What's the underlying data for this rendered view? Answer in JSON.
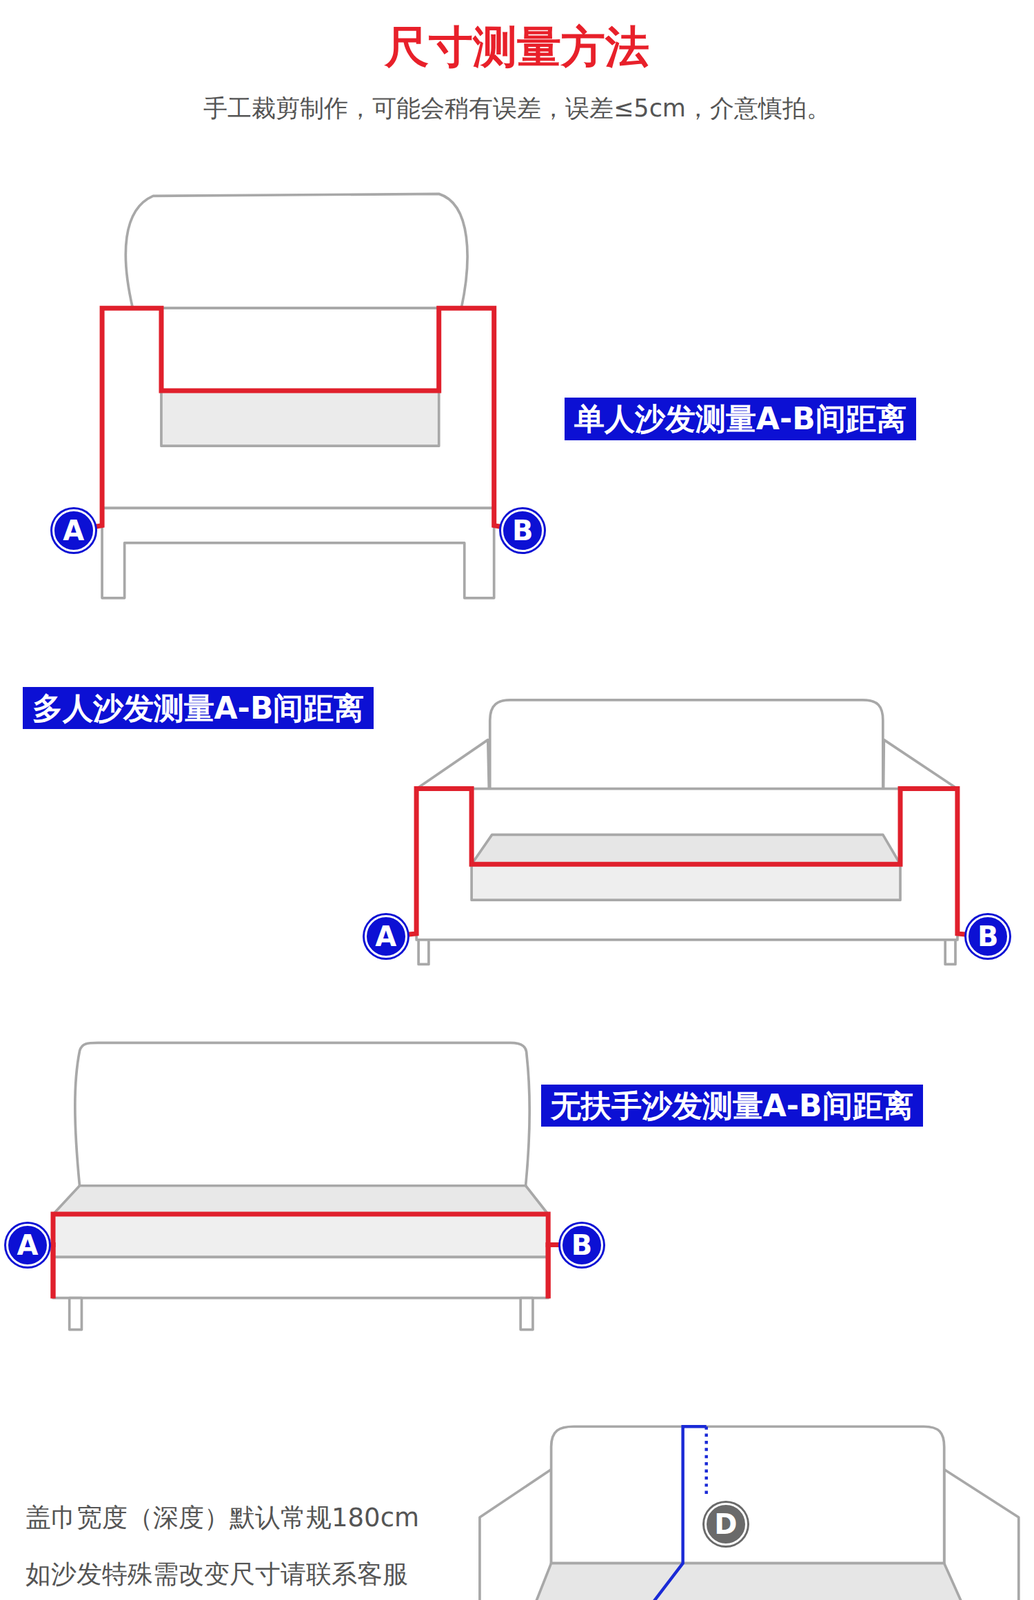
{
  "diagram": {
    "title": "尺寸测量方法",
    "nodes": [
      {
        "text": [
          "单人沙发测量A-B间距离"
        ]
      },
      {
        "text": [
          "A"
        ]
      },
      {
        "text": [
          "B"
        ]
      },
      {
        "text": [
          "多人沙发测量A-B间距离"
        ]
      },
      {
        "text": [
          "A"
        ]
      },
      {
        "text": [
          "B"
        ]
      },
      {
        "text": [
          "无扶手沙发测量A-B间距离"
        ]
      },
      {
        "text": [
          "A"
        ]
      },
      {
        "text": [
          "B"
        ]
      },
      {
        "text": [
          "D"
        ]
      }
    ],
    "edges": [
      {
        "from": 1,
        "to": 2,
        "arrow": "none"
      },
      {
        "from": 4,
        "to": 5,
        "arrow": "none"
      },
      {
        "from": 7,
        "to": 8,
        "arrow": "none"
      }
    ],
    "labels": [
      "手工裁剪制作，可能会稍有误差，误差≤5cm，介意慎拍。",
      "盖巾宽度（深度）默认常规180cm",
      "如沙发特殊需改变尺寸请联系客服"
    ]
  }
}
